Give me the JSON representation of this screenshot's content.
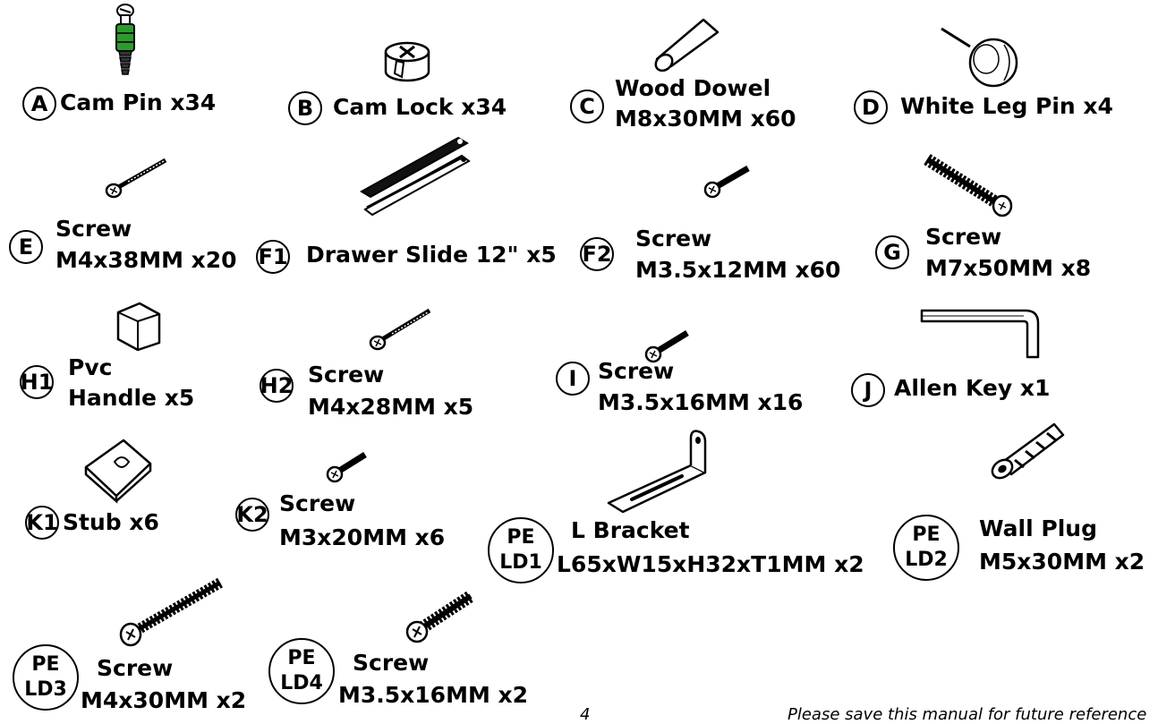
{
  "parts": {
    "A": {
      "badge": "A",
      "line1": "Cam Pin x34"
    },
    "B": {
      "badge": "B",
      "line1": "Cam Lock x34"
    },
    "C": {
      "badge": "C",
      "line1": "Wood Dowel",
      "line2": "M8x30MM x60"
    },
    "D": {
      "badge": "D",
      "line1": "White Leg Pin x4"
    },
    "E": {
      "badge": "E",
      "line1": "Screw",
      "line2": "M4x38MM x20"
    },
    "F1": {
      "badge": "F1",
      "line1": "Drawer Slide 12\" x5"
    },
    "F2": {
      "badge": "F2",
      "line1": "Screw",
      "line2": "M3.5x12MM x60"
    },
    "G": {
      "badge": "G",
      "line1": "Screw",
      "line2": "M7x50MM x8"
    },
    "H1": {
      "badge": "H1",
      "line1": "Pvc",
      "line2": "Handle x5"
    },
    "H2": {
      "badge": "H2",
      "line1": "Screw",
      "line2": "M4x28MM x5"
    },
    "I": {
      "badge": "I",
      "line1": "Screw",
      "line2": "M3.5x16MM x16"
    },
    "J": {
      "badge": "J",
      "line1": "Allen Key x1"
    },
    "K1": {
      "badge": "K1",
      "line1": "Stub x6"
    },
    "K2": {
      "badge": "K2",
      "line1": "Screw",
      "line2": "M3x20MM x6"
    },
    "PELD1": {
      "badge_top": "PE",
      "badge_bottom": "LD1",
      "line1": "L Bracket",
      "line2": "L65xW15xH32xT1MM x2"
    },
    "PELD2": {
      "badge_top": "PE",
      "badge_bottom": "LD2",
      "line1": "Wall Plug",
      "line2": "M5x30MM x2"
    },
    "PELD3": {
      "badge_top": "PE",
      "badge_bottom": "LD3",
      "line1": "Screw",
      "line2": "M4x30MM x2"
    },
    "PELD4": {
      "badge_top": "PE",
      "badge_bottom": "LD4",
      "line1": "Screw",
      "line2": "M3.5x16MM x2"
    }
  },
  "footer": {
    "page_number": "4",
    "note": "Please save this manual for future reference"
  },
  "icons": [
    "cam-pin-icon",
    "cam-lock-icon",
    "wood-dowel-icon",
    "leg-pin-icon",
    "screw-icon",
    "drawer-slide-icon",
    "handle-icon",
    "allen-key-icon",
    "stub-icon",
    "l-bracket-icon",
    "wall-plug-icon"
  ],
  "colors": {
    "ink": "#000000",
    "cam_pin_band": "#2e9a2e",
    "background": "#ffffff"
  }
}
